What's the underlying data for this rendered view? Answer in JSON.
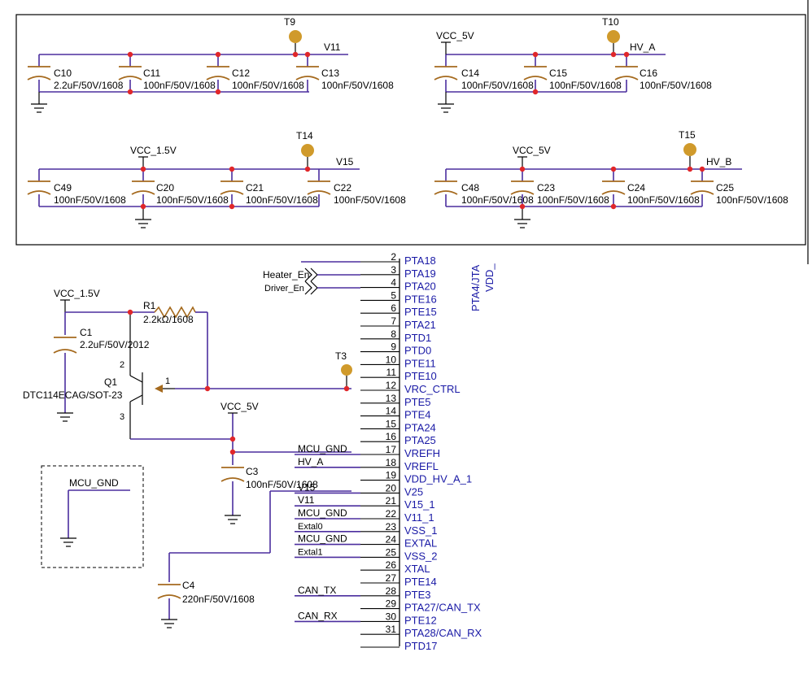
{
  "colors": {
    "wire": "#4b2e9e",
    "component": "#a56a1e",
    "junction": "#e0262a",
    "testpoint": "#d09a2b",
    "signal": "#1a1aa6"
  },
  "power": {
    "vcc_5v_a": "VCC_5V",
    "vcc_15v_a": "VCC_1.5V",
    "vcc_5v_b": "VCC_5V",
    "vcc_15v_b": "VCC_1.5V",
    "vcc_5v_c": "VCC_5V"
  },
  "testpoints": {
    "t9": "T9",
    "t10": "T10",
    "t14": "T14",
    "t15": "T15",
    "t3": "T3"
  },
  "nets": {
    "v11": "V11",
    "hv_a": "HV_A",
    "v15": "V15",
    "hv_b": "HV_B",
    "mcu_gnd": "MCU_GND",
    "heater_en": "Heater_En",
    "driver_en": "Driver_En"
  },
  "caps": {
    "c10": {
      "ref": "C10",
      "val": "2.2uF/50V/1608"
    },
    "c11": {
      "ref": "C11",
      "val": "100nF/50V/1608"
    },
    "c12": {
      "ref": "C12",
      "val": "100nF/50V/1608"
    },
    "c13": {
      "ref": "C13",
      "val": "100nF/50V/1608"
    },
    "c14": {
      "ref": "C14",
      "val": "100nF/50V/1608"
    },
    "c15": {
      "ref": "C15",
      "val": "100nF/50V/1608"
    },
    "c16": {
      "ref": "C16",
      "val": "100nF/50V/1608"
    },
    "c49": {
      "ref": "C49",
      "val": "100nF/50V/1608"
    },
    "c20": {
      "ref": "C20",
      "val": "100nF/50V/1608"
    },
    "c21": {
      "ref": "C21",
      "val": "100nF/50V/1608"
    },
    "c22": {
      "ref": "C22",
      "val": "100nF/50V/1608"
    },
    "c48": {
      "ref": "C48",
      "val": "100nF/50V/1608"
    },
    "c23": {
      "ref": "C23",
      "val": "100nF/50V/1608"
    },
    "c24": {
      "ref": "C24",
      "val": "100nF/50V/1608"
    },
    "c25": {
      "ref": "C25",
      "val": "100nF/50V/1608"
    },
    "c1": {
      "ref": "C1",
      "val": "2.2uF/50V/2012"
    },
    "c3": {
      "ref": "C3",
      "val": "100nF/50V/1608"
    },
    "c4": {
      "ref": "C4",
      "val": "220nF/50V/1608"
    }
  },
  "r1": {
    "ref": "R1",
    "val": "2.2kΩ/1608"
  },
  "q1": {
    "ref": "Q1",
    "val": "DTC114ECAG/SOT-23",
    "pin1": "1",
    "pin2": "2",
    "pin3": "3"
  },
  "ic_rotated_a": "PTA4/JTA",
  "ic_rotated_b": "VDD_",
  "pins": [
    {
      "num": "2",
      "name": "PTA18",
      "wire": ""
    },
    {
      "num": "3",
      "name": "PTA19",
      "wire": ""
    },
    {
      "num": "4",
      "name": "PTA20",
      "wire": ""
    },
    {
      "num": "5",
      "name": "PTE16",
      "wire": ""
    },
    {
      "num": "6",
      "name": "PTE15",
      "wire": ""
    },
    {
      "num": "7",
      "name": "PTA21",
      "wire": ""
    },
    {
      "num": "8",
      "name": "PTD1",
      "wire": ""
    },
    {
      "num": "9",
      "name": "PTD0",
      "wire": ""
    },
    {
      "num": "10",
      "name": "PTE11",
      "wire": ""
    },
    {
      "num": "11",
      "name": "PTE10",
      "wire": ""
    },
    {
      "num": "12",
      "name": "VRC_CTRL",
      "wire": ""
    },
    {
      "num": "13",
      "name": "PTE5",
      "wire": ""
    },
    {
      "num": "14",
      "name": "PTE4",
      "wire": ""
    },
    {
      "num": "15",
      "name": "PTA24",
      "wire": ""
    },
    {
      "num": "16",
      "name": "PTA25",
      "wire": ""
    },
    {
      "num": "17",
      "name": "VREFH",
      "wire": "MCU_GND"
    },
    {
      "num": "18",
      "name": "VREFL",
      "wire": "HV_A"
    },
    {
      "num": "19",
      "name": "VDD_HV_A_1",
      "wire": ""
    },
    {
      "num": "20",
      "name": "V25",
      "wire": "V15"
    },
    {
      "num": "21",
      "name": "V15_1",
      "wire": "V11"
    },
    {
      "num": "22",
      "name": "V11_1",
      "wire": "MCU_GND"
    },
    {
      "num": "23",
      "name": "VSS_1",
      "wire": "Extal0"
    },
    {
      "num": "24",
      "name": "EXTAL",
      "wire": "MCU_GND"
    },
    {
      "num": "25",
      "name": "VSS_2",
      "wire": "Extal1"
    },
    {
      "num": "26",
      "name": "XTAL",
      "wire": ""
    },
    {
      "num": "27",
      "name": "PTE14",
      "wire": ""
    },
    {
      "num": "28",
      "name": "PTE3",
      "wire": "CAN_TX"
    },
    {
      "num": "29",
      "name": "PTA27/CAN_TX",
      "wire": ""
    },
    {
      "num": "30",
      "name": "PTE12",
      "wire": "CAN_RX"
    },
    {
      "num": "31",
      "name": "PTA28/CAN_RX",
      "wire": ""
    },
    {
      "num": "",
      "name": "PTD17",
      "wire": ""
    }
  ]
}
